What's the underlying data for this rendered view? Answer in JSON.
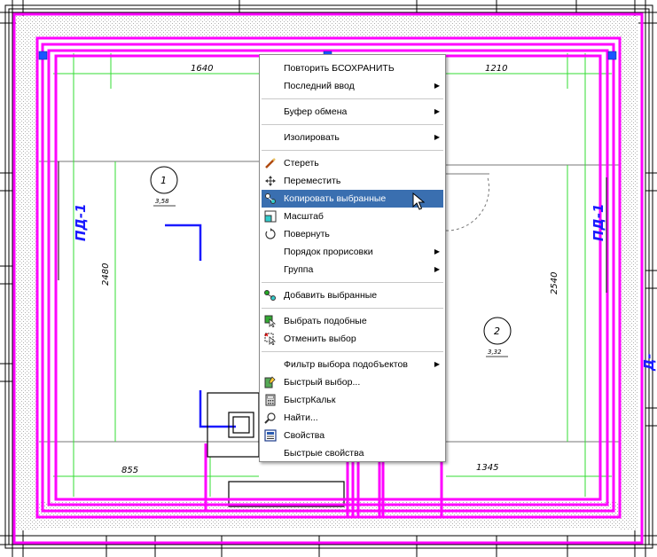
{
  "drawing": {
    "dimensions": {
      "top_left": "1640",
      "top_right": "1210",
      "bottom_left": "855",
      "bottom_right": "1345",
      "left_vertical": "2480",
      "right_vertical": "2540"
    },
    "tags": {
      "left": "ПД-1",
      "right": "ПД-1",
      "right_partial": "Д-"
    },
    "rooms": [
      {
        "number": "1",
        "area": "3,58"
      },
      {
        "number": "2",
        "area": "3,32"
      }
    ]
  },
  "context_menu": {
    "items": [
      {
        "label": "Повторить БСОХРАНИТЬ",
        "icon": "",
        "submenu": false
      },
      {
        "label": "Последний ввод",
        "icon": "",
        "submenu": true
      },
      {
        "separator": true
      },
      {
        "label": "Буфер обмена",
        "icon": "",
        "submenu": true
      },
      {
        "separator": true
      },
      {
        "label": "Изолировать",
        "icon": "",
        "submenu": true
      },
      {
        "separator": true
      },
      {
        "label": "Стереть",
        "icon": "eraser-icon",
        "submenu": false
      },
      {
        "label": "Переместить",
        "icon": "move-icon",
        "submenu": false
      },
      {
        "label": "Копировать выбранные",
        "icon": "copy-icon",
        "submenu": false,
        "highlighted": true
      },
      {
        "label": "Масштаб",
        "icon": "scale-icon",
        "submenu": false
      },
      {
        "label": "Повернуть",
        "icon": "rotate-icon",
        "submenu": false
      },
      {
        "label": "Порядок прорисовки",
        "icon": "",
        "submenu": true
      },
      {
        "label": "Группа",
        "icon": "",
        "submenu": true
      },
      {
        "separator": true
      },
      {
        "label": "Добавить выбранные",
        "icon": "add-selected-icon",
        "submenu": false
      },
      {
        "separator": true
      },
      {
        "label": "Выбрать подобные",
        "icon": "select-similar-icon",
        "submenu": false
      },
      {
        "label": "Отменить выбор",
        "icon": "deselect-icon",
        "submenu": false
      },
      {
        "separator": true
      },
      {
        "label": "Фильтр выбора подобъектов",
        "icon": "",
        "submenu": true
      },
      {
        "label": "Быстрый выбор...",
        "icon": "quick-select-icon",
        "submenu": false
      },
      {
        "label": "БыстрКальк",
        "icon": "calculator-icon",
        "submenu": false
      },
      {
        "label": "Найти...",
        "icon": "find-icon",
        "submenu": false
      },
      {
        "label": "Свойства",
        "icon": "properties-icon",
        "submenu": false
      },
      {
        "label": "Быстрые свойства",
        "icon": "",
        "submenu": false
      }
    ]
  },
  "colors": {
    "selection": "#ff00ff",
    "dimension_lines": "#33dd33",
    "tag_text": "#1a1aff",
    "menu_highlight": "#3a6fb0"
  }
}
